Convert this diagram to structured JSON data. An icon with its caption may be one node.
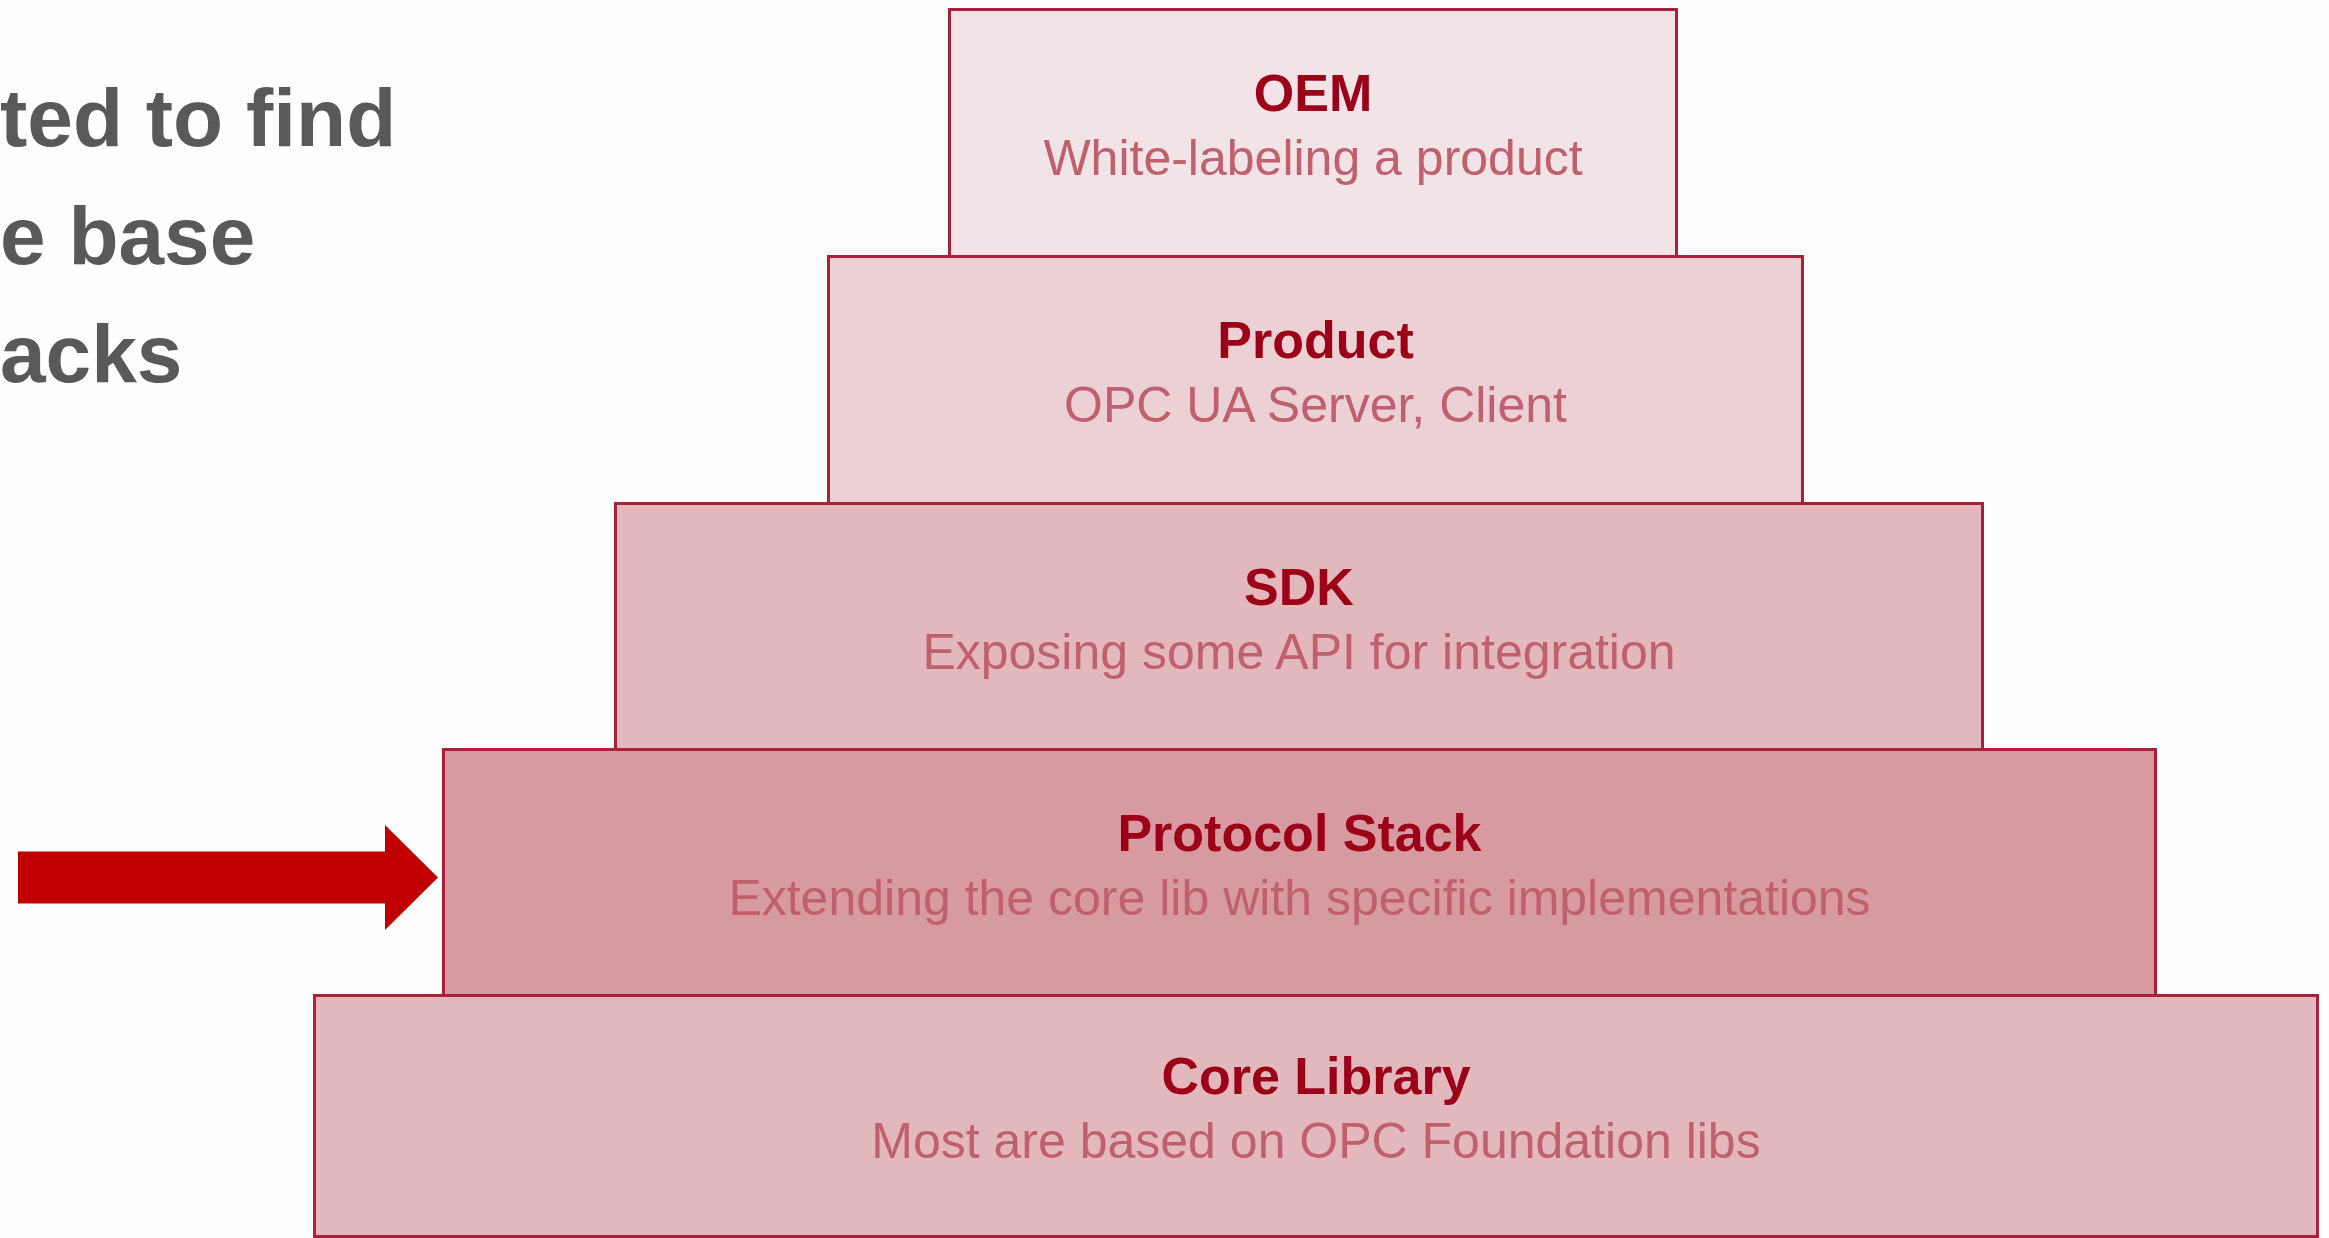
{
  "diagram": {
    "nodes": [
      {
        "text": [
          "OEM",
          "White-labeling a product"
        ]
      },
      {
        "text": [
          "Product",
          "OPC UA Server, Client"
        ]
      },
      {
        "text": [
          "SDK",
          "Exposing some API for integration"
        ]
      },
      {
        "text": [
          "Protocol Stack",
          "Extending the core lib with specific implementations"
        ]
      },
      {
        "text": [
          "Core Library",
          "Most are based on OPC Foundation libs"
        ]
      }
    ],
    "edges": [
      {
        "from": null,
        "to": 3,
        "arrow": "to",
        "color": "#c00000"
      }
    ],
    "labels": [
      "ted to find",
      "e base",
      "acks"
    ]
  }
}
